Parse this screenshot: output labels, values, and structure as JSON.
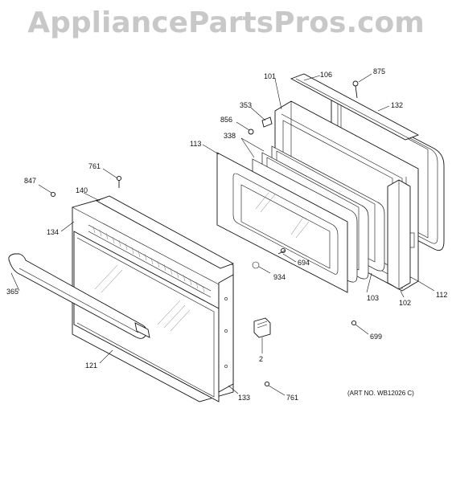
{
  "watermark": "AppliancePartsPros.com",
  "art_number": "(ART NO. WB12026 C)",
  "callouts": {
    "c106": "106",
    "c875": "875",
    "c101": "101",
    "c132": "132",
    "c353": "353",
    "c856": "856",
    "c338": "338",
    "c113": "113",
    "c761a": "761",
    "c847": "847",
    "c140": "140",
    "c134": "134",
    "c694": "694",
    "c934": "934",
    "c365": "365",
    "c103": "103",
    "c102": "102",
    "c112": "112",
    "c699": "699",
    "c2": "2",
    "c121": "121",
    "c133": "133",
    "c761b": "761"
  }
}
